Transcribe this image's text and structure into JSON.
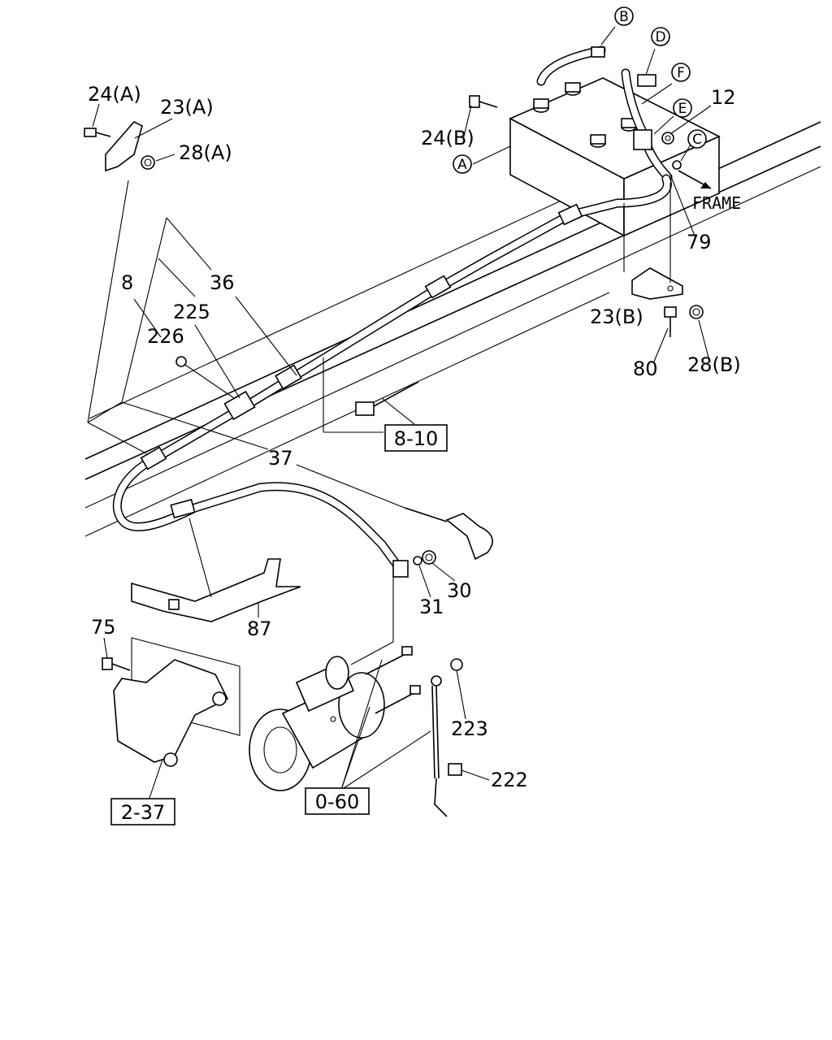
{
  "callouts": [
    {
      "id": "24a",
      "text": "24(A)"
    },
    {
      "id": "23a",
      "text": "23(A)"
    },
    {
      "id": "28a",
      "text": "28(A)"
    },
    {
      "id": "24b",
      "text": "24(B)"
    },
    {
      "id": "12",
      "text": "12"
    },
    {
      "id": "79",
      "text": "79"
    },
    {
      "id": "36",
      "text": "36"
    },
    {
      "id": "8",
      "text": "8"
    },
    {
      "id": "225",
      "text": "225"
    },
    {
      "id": "226",
      "text": "226"
    },
    {
      "id": "23b",
      "text": "23(B)"
    },
    {
      "id": "80",
      "text": "80"
    },
    {
      "id": "28b",
      "text": "28(B)"
    },
    {
      "id": "37",
      "text": "37"
    },
    {
      "id": "30",
      "text": "30"
    },
    {
      "id": "31",
      "text": "31"
    },
    {
      "id": "87",
      "text": "87"
    },
    {
      "id": "75",
      "text": "75"
    },
    {
      "id": "223",
      "text": "223"
    },
    {
      "id": "222",
      "text": "222"
    }
  ],
  "circle_labels": [
    {
      "id": "a",
      "text": "A"
    },
    {
      "id": "b",
      "text": "B"
    },
    {
      "id": "c",
      "text": "C"
    },
    {
      "id": "d",
      "text": "D"
    },
    {
      "id": "e",
      "text": "E"
    },
    {
      "id": "f",
      "text": "F"
    }
  ],
  "references": [
    {
      "id": "r810",
      "text": "8-10"
    },
    {
      "id": "r060",
      "text": "0-60"
    },
    {
      "id": "r237",
      "text": "2-37"
    }
  ],
  "frame_label": "FRAME"
}
